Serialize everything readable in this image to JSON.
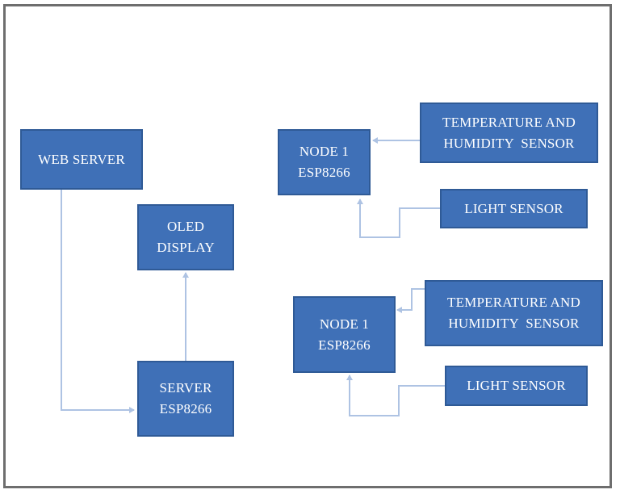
{
  "colors": {
    "block_fill": "#3f70b7",
    "block_border": "#2f5a96",
    "block_text": "#ffffff",
    "connector": "#aec3e3",
    "frame": "#6e6e6e"
  },
  "blocks": {
    "web_server": {
      "line1": "WEB SERVER"
    },
    "oled_display": {
      "line1": "OLED",
      "line2": "DISPLAY"
    },
    "server_esp": {
      "line1": "SERVER",
      "line2": "ESP8266"
    },
    "node_top": {
      "line1": "NODE 1",
      "line2": "ESP8266"
    },
    "temp_hum_top": {
      "line1": "TEMPERATURE AND",
      "line2": "HUMIDITY  SENSOR"
    },
    "light_top": {
      "line1": "LIGHT SENSOR"
    },
    "node_bottom": {
      "line1": "NODE 1",
      "line2": "ESP8266"
    },
    "temp_hum_bottom": {
      "line1": "TEMPERATURE AND",
      "line2": "HUMIDITY  SENSOR"
    },
    "light_bottom": {
      "line1": "LIGHT SENSOR"
    }
  }
}
